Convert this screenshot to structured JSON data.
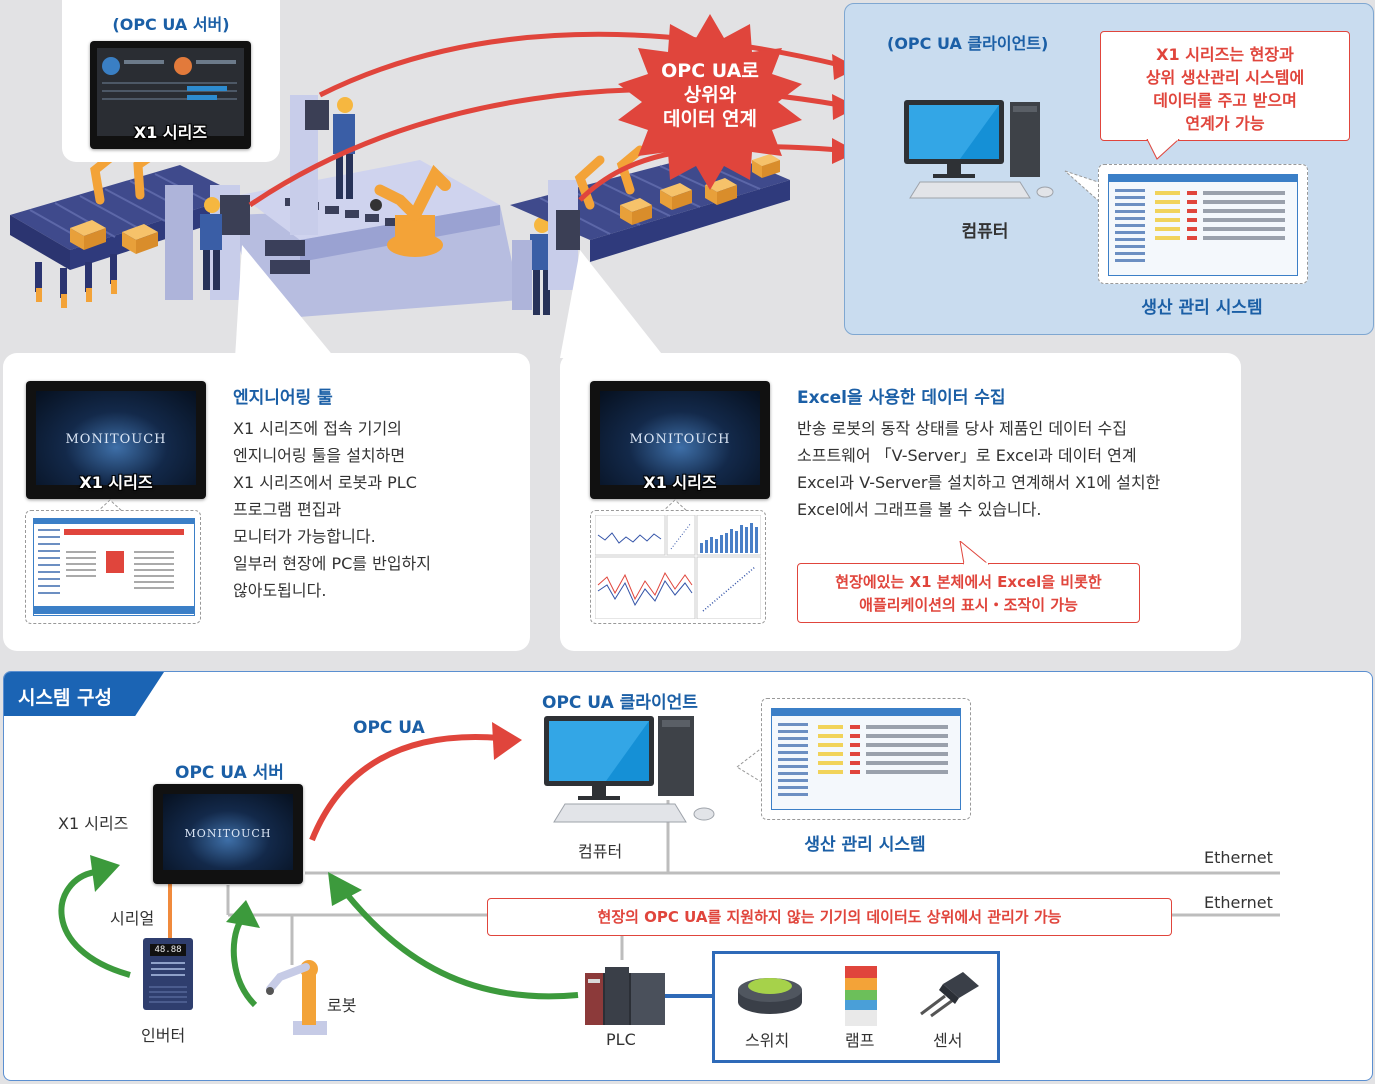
{
  "top": {
    "server_card": {
      "title": "(OPC UA 서버)",
      "screen_label": "X1 시리즈"
    },
    "burst_text": [
      "OPC UA로",
      "상위와",
      "데이터 연계"
    ],
    "client_panel": {
      "title": "(OPC UA 클라이언트)",
      "callout": [
        "X1 시리즈는 현장과",
        "상위 생산관리 시스템에",
        "데이터를 주고 받으며",
        "연계가 가능"
      ],
      "computer_label": "컴퓨터",
      "system_label": "생산 관리 시스템"
    }
  },
  "engineering_card": {
    "title": "엔지니어링 툴",
    "monitor_brand": "MONITOUCH",
    "screen_label": "X1 시리즈",
    "lines": [
      "X1 시리즈에 접속 기기의",
      "엔지니어링 툴을 설치하면",
      "X1 시리즈에서 로봇과 PLC",
      "프로그램 편집과",
      "모니터가 가능합니다.",
      "일부러 현장에 PC를 반입하지",
      "않아도됩니다."
    ]
  },
  "excel_card": {
    "title": "Excel을 사용한 데이터 수집",
    "monitor_brand": "MONITOUCH",
    "screen_label": "X1 시리즈",
    "lines": [
      "반송 로봇의 동작 상태를 당사 제품인 데이터 수집",
      "소프트웨어 「V-Server」로 Excel과 데이터 연계",
      "Excel과 V-Server를 설치하고 연계해서 X1에 설치한",
      "Excel에서 그래프를 볼 수 있습니다."
    ],
    "callout": [
      "현장에있는 X1 본체에서 Excel을 비롯한",
      "애플리케이션의 표시・조작이 가능"
    ]
  },
  "system": {
    "tab_title": "시스템 구성",
    "opcua_label": "OPC UA",
    "client_title": "OPC UA 클라이언트",
    "computer_label": "컴퓨터",
    "system_label": "생산 관리 시스템",
    "server_title": "OPC UA 서버",
    "monitor_brand": "MONITOUCH",
    "x1_label": "X1 시리즈",
    "serial_label": "시리얼",
    "inverter_label": "인버터",
    "inverter_display": "48.88",
    "robot_label": "로봇",
    "plc_label": "PLC",
    "ethernet_1": "Ethernet",
    "ethernet_2": "Ethernet",
    "callout": "현장의 OPC UA를 지원하지 않는 기기의 데이터도 상위에서 관리가 가능",
    "devices": {
      "switch": "스위치",
      "lamp": "램프",
      "sensor": "센서"
    }
  },
  "colors": {
    "accent_blue": "#1b5fa6",
    "accent_red": "#e0453c",
    "arrow_green": "#3c9a3c",
    "panel_blue": "#c9dcef"
  }
}
